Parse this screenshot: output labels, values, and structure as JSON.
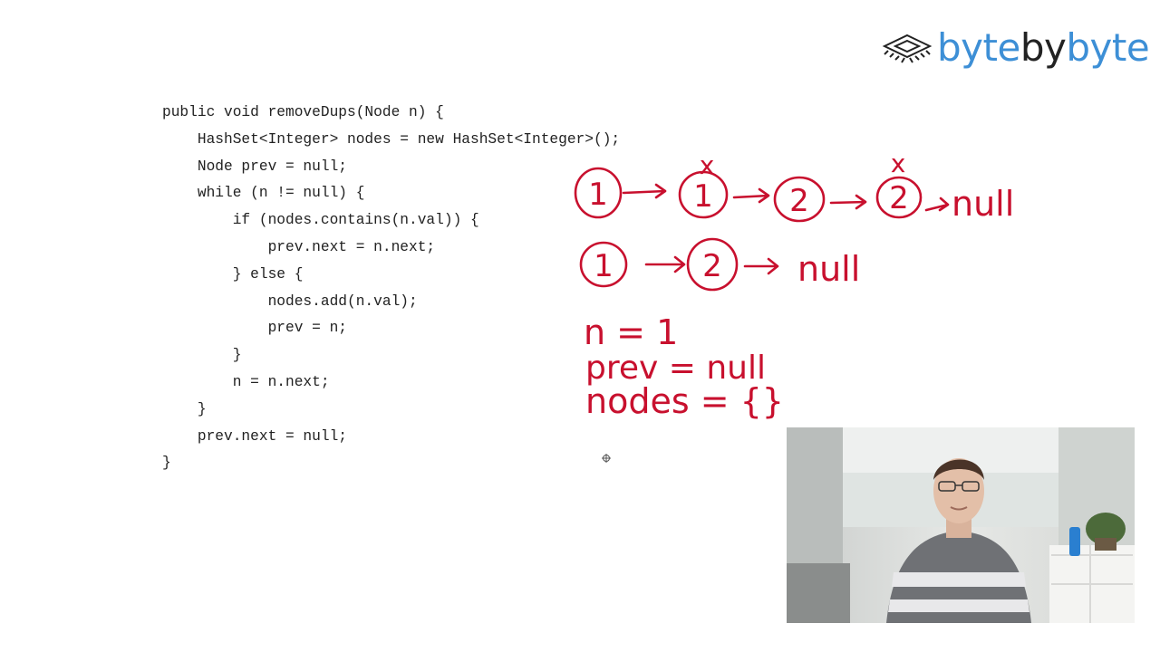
{
  "brand": {
    "part1": "byte",
    "part2": "by",
    "part3": "byte",
    "icon": "microchip-icon",
    "color_light": "#3d8fd6",
    "color_dark": "#222222"
  },
  "code": {
    "lines": [
      "public void removeDups(Node n) {",
      "    HashSet<Integer> nodes = new HashSet<Integer>();",
      "    Node prev = null;",
      "    while (n != null) {",
      "        if (nodes.contains(n.val)) {",
      "            prev.next = n.next;",
      "        } else {",
      "            nodes.add(n.val);",
      "            prev = n;",
      "        }",
      "        n = n.next;",
      "    }",
      "    prev.next = null;",
      "}"
    ]
  },
  "whiteboard": {
    "ink_color": "#c8102e",
    "list1": [
      "1",
      "1",
      "2",
      "2"
    ],
    "list1_end": "null",
    "list1_marks": [
      "x",
      "x"
    ],
    "list2": [
      "1",
      "2"
    ],
    "list2_end": "null",
    "vars": [
      "n = 1",
      "prev = null",
      "nodes = {}"
    ]
  },
  "webcam": {
    "label": "presenter-webcam"
  },
  "cursor": {
    "icon": "crosshair-cursor-icon"
  }
}
